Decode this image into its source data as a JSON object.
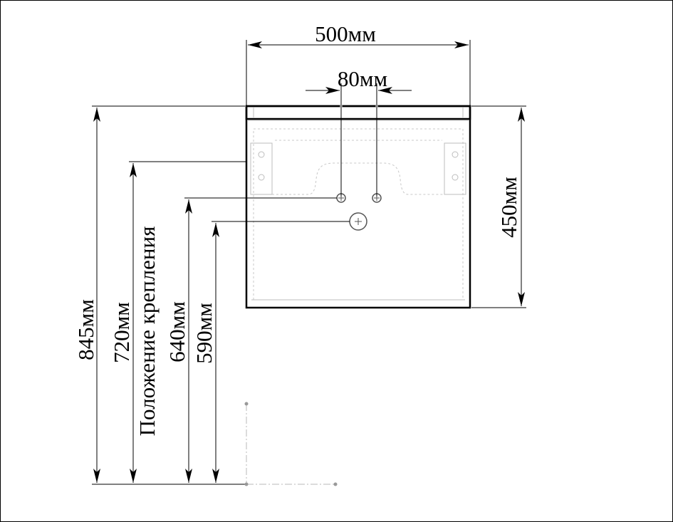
{
  "dimensions": {
    "width": "500мм",
    "hole_spacing": "80мм",
    "height": "450мм",
    "total_height": "845мм",
    "mount_height": "720мм",
    "mount_label": "Положение крепления",
    "inlet_height_1": "640мм",
    "inlet_height_2": "590мм"
  }
}
